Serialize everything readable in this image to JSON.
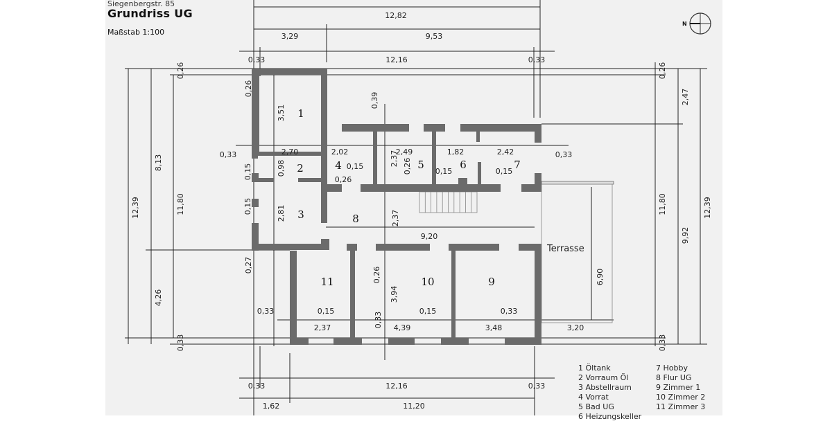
{
  "header": {
    "address": "Siegenbergstr. 85",
    "title": "Grundriss UG",
    "scale": "Maßstab 1:100"
  },
  "north_label": "N",
  "terrace_label": "Terrasse",
  "rooms": [
    "1",
    "2",
    "3",
    "4",
    "5",
    "6",
    "7",
    "8",
    "9",
    "10",
    "11"
  ],
  "dimensions": [
    "12,82",
    "3,29",
    "9,53",
    "0,33",
    "12,16",
    "0,33",
    "12,39",
    "8,13",
    "11,80",
    "4,26",
    "0,26",
    "0,33",
    "0,26",
    "2,47",
    "11,80",
    "9,92",
    "12,39",
    "0,33",
    "0,26",
    "3,51",
    "0,39",
    "0,33",
    "2,70",
    "2,02",
    "2,37",
    "2,49",
    "1,82",
    "2,42",
    "0,33",
    "0,15",
    "0,98",
    "0,15",
    "0,26",
    "0,26",
    "0,15",
    "0,15",
    "0,15",
    "2,81",
    "2,37",
    "9,20",
    "6,90",
    "0,27",
    "0,26",
    "3,94",
    "0,33",
    "0,15",
    "0,15",
    "0,33",
    "2,37",
    "0,33",
    "4,39",
    "3,48",
    "3,20",
    "0,33",
    "12,16",
    "0,33",
    "1,62",
    "11,20"
  ],
  "legend": [
    "1  Öltank",
    "7  Hobby",
    "2  Vorraum Öl",
    "8  Flur UG",
    "3  Abstellraum",
    "9  Zimmer 1",
    "4  Vorrat",
    "10  Zimmer 2",
    "5  Bad UG",
    "11  Zimmer 3",
    "6  Heizungskeller",
    ""
  ],
  "colors": {
    "wall": "#6b6b6b",
    "sheet": "#f1f1f1"
  }
}
